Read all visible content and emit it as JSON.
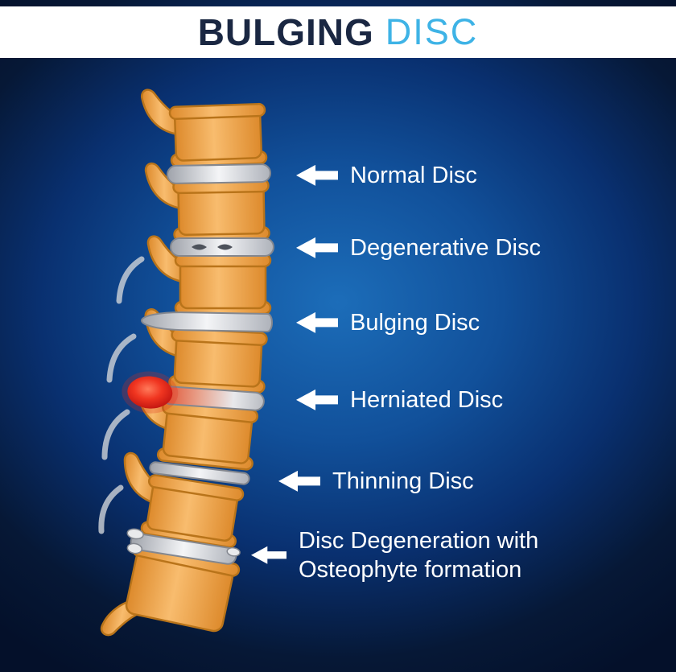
{
  "title": {
    "primary": "BULGING",
    "secondary": "DISC"
  },
  "annotations": [
    {
      "label": "Normal Disc"
    },
    {
      "label": "Degenerative Disc"
    },
    {
      "label": "Bulging Disc"
    },
    {
      "label": "Herniated Disc"
    },
    {
      "label": "Thinning Disc"
    },
    {
      "label": "Disc Degeneration with Osteophyte formation"
    }
  ],
  "illustration": {
    "subject": "lumbar spine side view with six disc conditions",
    "disc_states": [
      "normal",
      "degenerative",
      "bulging",
      "herniated",
      "thinning",
      "osteophyte-degeneration"
    ]
  },
  "colors": {
    "background_center": "#1c6db9",
    "background_edge": "#04102a",
    "header_bg": "#ffffff",
    "title_primary": "#1a2742",
    "title_secondary": "#3eb3e6",
    "label_text": "#ffffff",
    "arrow": "#ffffff",
    "bone": "#f3a94f",
    "bone_outline": "#b9741a",
    "disc": "#e4e6e9",
    "disc_outline": "#83878f",
    "herniation_red": "#e02a1a"
  }
}
